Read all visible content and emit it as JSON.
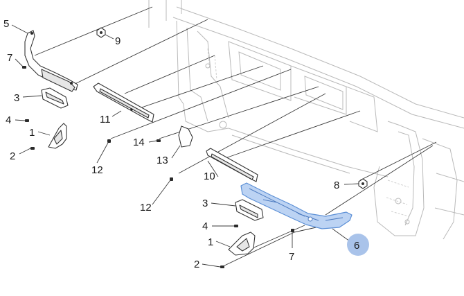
{
  "callouts": {
    "c5": "5",
    "c9": "9",
    "c7a": "7",
    "c3a": "3",
    "c11": "11",
    "c4a": "4",
    "c1a": "1",
    "c2a": "2",
    "c14": "14",
    "c12a": "12",
    "c13": "13",
    "c10": "10",
    "c8": "8",
    "c12b": "12",
    "c3b": "3",
    "c4b": "4",
    "c1b": "1",
    "c7b": "7",
    "c6": "6",
    "c2b": "2"
  },
  "colors": {
    "highlight_fill": "#bcd3f3",
    "highlight_stroke": "#5b8fd6",
    "badge": "#a9c3ea"
  }
}
